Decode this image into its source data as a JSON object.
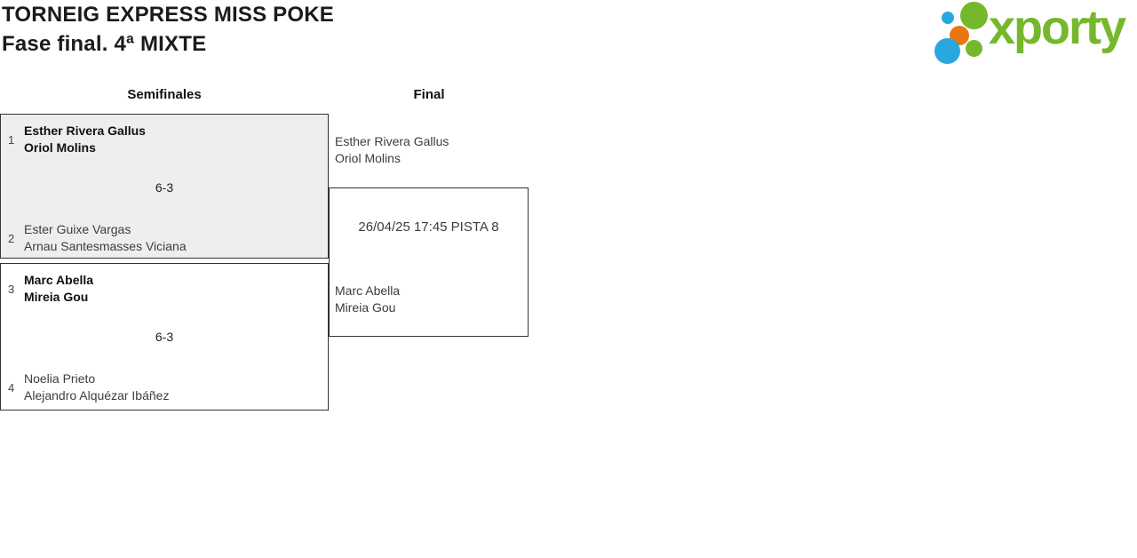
{
  "header": {
    "title": "TORNEIG EXPRESS MISS POKE",
    "subtitle": "Fase final. 4ª MIXTE"
  },
  "logo": {
    "wordmark": "xporty",
    "colors": {
      "green": "#76b82b",
      "blue": "#29a8e0",
      "orange": "#e87613"
    }
  },
  "bracket": {
    "columns": [
      {
        "label": "Semifinales"
      },
      {
        "label": "Final"
      }
    ],
    "semifinals": [
      {
        "score": "6-3",
        "teams": [
          {
            "seed": "1",
            "players": [
              "Esther Rivera Gallus",
              "Oriol Molins"
            ],
            "winner": true
          },
          {
            "seed": "2",
            "players": [
              "Ester Guixe Vargas",
              "Arnau Santesmasses Viciana"
            ],
            "winner": false
          }
        ]
      },
      {
        "score": "6-3",
        "teams": [
          {
            "seed": "3",
            "players": [
              "Marc Abella",
              "Mireia Gou"
            ],
            "winner": true
          },
          {
            "seed": "4",
            "players": [
              "Noelia Prieto",
              "Alejandro Alquézar Ibáñez"
            ],
            "winner": false
          }
        ]
      }
    ],
    "final": {
      "schedule": "26/04/25 17:45 PISTA 8",
      "teams": [
        {
          "players": [
            "Esther Rivera Gallus",
            "Oriol Molins"
          ]
        },
        {
          "players": [
            "Marc Abella",
            "Mireia Gou"
          ]
        }
      ]
    }
  }
}
